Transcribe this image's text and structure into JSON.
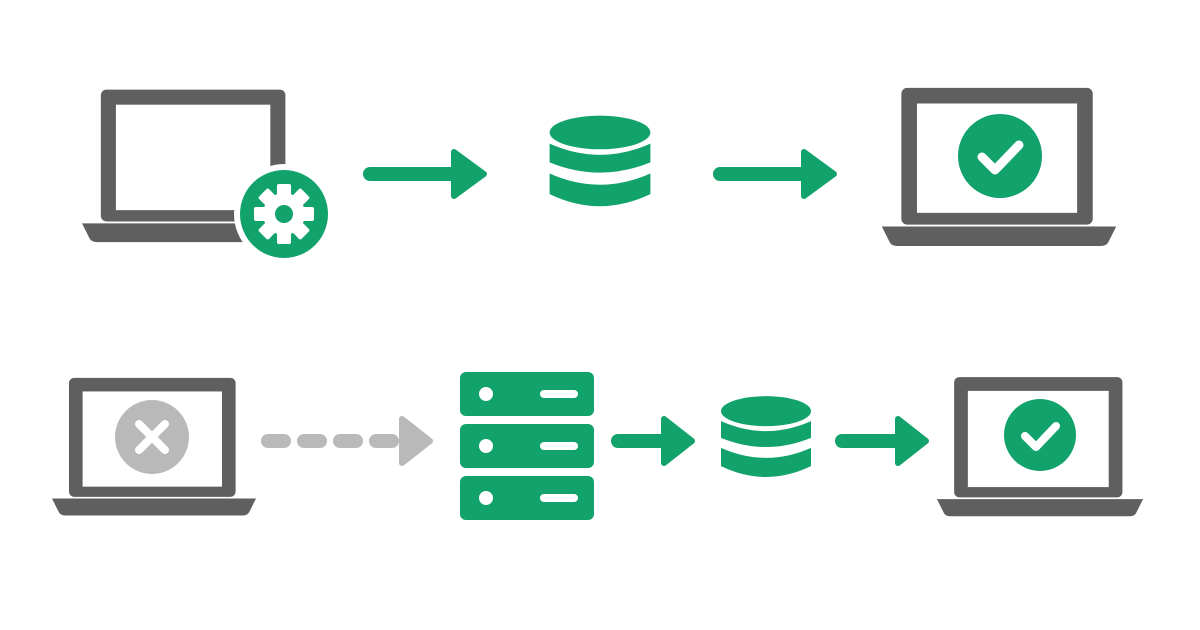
{
  "colors": {
    "green": "#12a26b",
    "dark_gray": "#5f5f5f",
    "light_gray": "#b9b9b9",
    "white": "#ffffff"
  },
  "rows": [
    {
      "name": "top-flow",
      "nodes": [
        "laptop-gear-icon",
        "database-icon",
        "laptop-check-icon"
      ],
      "connectors": [
        "solid-arrow",
        "solid-arrow"
      ]
    },
    {
      "name": "bottom-flow",
      "nodes": [
        "laptop-x-icon",
        "server-stack-icon",
        "database-icon",
        "laptop-check-icon"
      ],
      "connectors": [
        "dashed-arrow-gray",
        "solid-arrow",
        "solid-arrow"
      ]
    }
  ]
}
